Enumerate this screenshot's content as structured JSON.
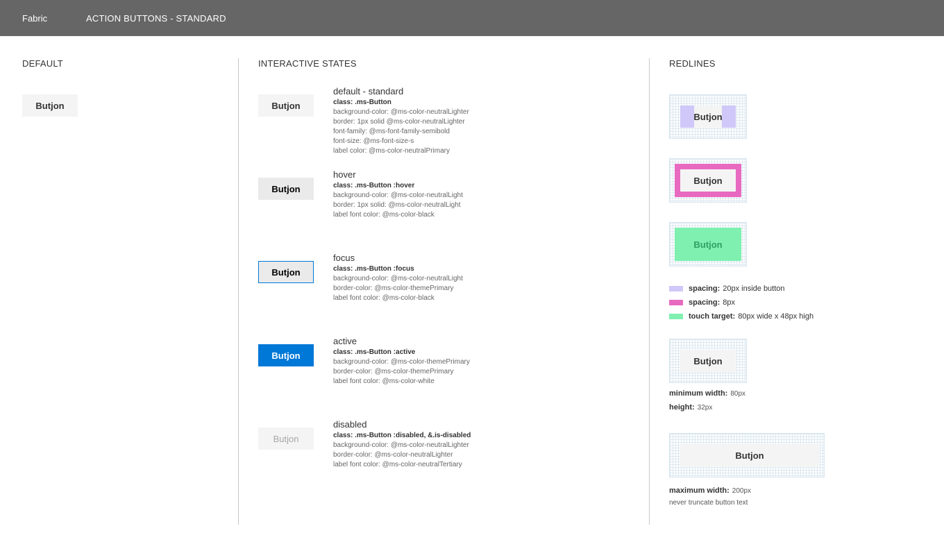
{
  "topbar": {
    "brand": "Fabric",
    "title": "ACTION BUTTONS - STANDARD"
  },
  "sections": {
    "default": "DEFAULT",
    "interactive": "INTERACTIVE STATES",
    "redlines": "REDLINES"
  },
  "button_label": "Butjon",
  "states": [
    {
      "name": "default - standard",
      "cls": "class: .ms-Button",
      "lines": [
        "background-color: @ms-color-neutralLighter",
        "border: 1px solid @ms-color-neutralLighter",
        "font-family: @ms-font-family-semibold",
        "font-size: @ms-font-size-s",
        "label color: @ms-color-neutralPrimary"
      ]
    },
    {
      "name": "hover",
      "cls": "class: .ms-Button :hover",
      "lines": [
        "background-color: @ms-color-neutralLight",
        "border: 1px solid: @ms-color-neutralLight",
        "label font color: @ms-color-black"
      ]
    },
    {
      "name": "focus",
      "cls": "class: .ms-Button :focus",
      "lines": [
        "background-color: @ms-color-neutralLight",
        "border-color: @ms-color-themePrimary",
        "label font color: @ms-color-black"
      ]
    },
    {
      "name": "active",
      "cls": "class: .ms-Button :active",
      "lines": [
        "background-color: @ms-color-themePrimary",
        "border-color: @ms-color-themePrimary",
        "label font color: @ms-color-white"
      ]
    },
    {
      "name": "disabled",
      "cls": "class: .ms-Button :disabled, &.is-disabled",
      "lines": [
        "background-color: @ms-color-neutralLighter",
        "border-color: @ms-color-neutralLighter",
        "label font color: @ms-color-neutralTertiary"
      ]
    }
  ],
  "legend": [
    {
      "label": "spacing:",
      "value": "20px inside button",
      "color": "#cfc8f8"
    },
    {
      "label": "spacing:",
      "value": "8px",
      "color": "#e86ac0"
    },
    {
      "label": "touch target:",
      "value": "80px wide x 48px high",
      "color": "#7ff0b0"
    }
  ],
  "min_width": {
    "label": "minimum width:",
    "value": "80px"
  },
  "height": {
    "label": "height:",
    "value": "32px"
  },
  "max_width": {
    "label": "maximum width:",
    "value": "200px"
  },
  "truncate_note": "never truncate button text",
  "colors": {
    "topbar": "#666666",
    "themePrimary": "#0078d7",
    "neutralLighter": "#f4f4f4",
    "neutralLight": "#eaeaea",
    "neutralTertiary": "#a6a6a6"
  }
}
